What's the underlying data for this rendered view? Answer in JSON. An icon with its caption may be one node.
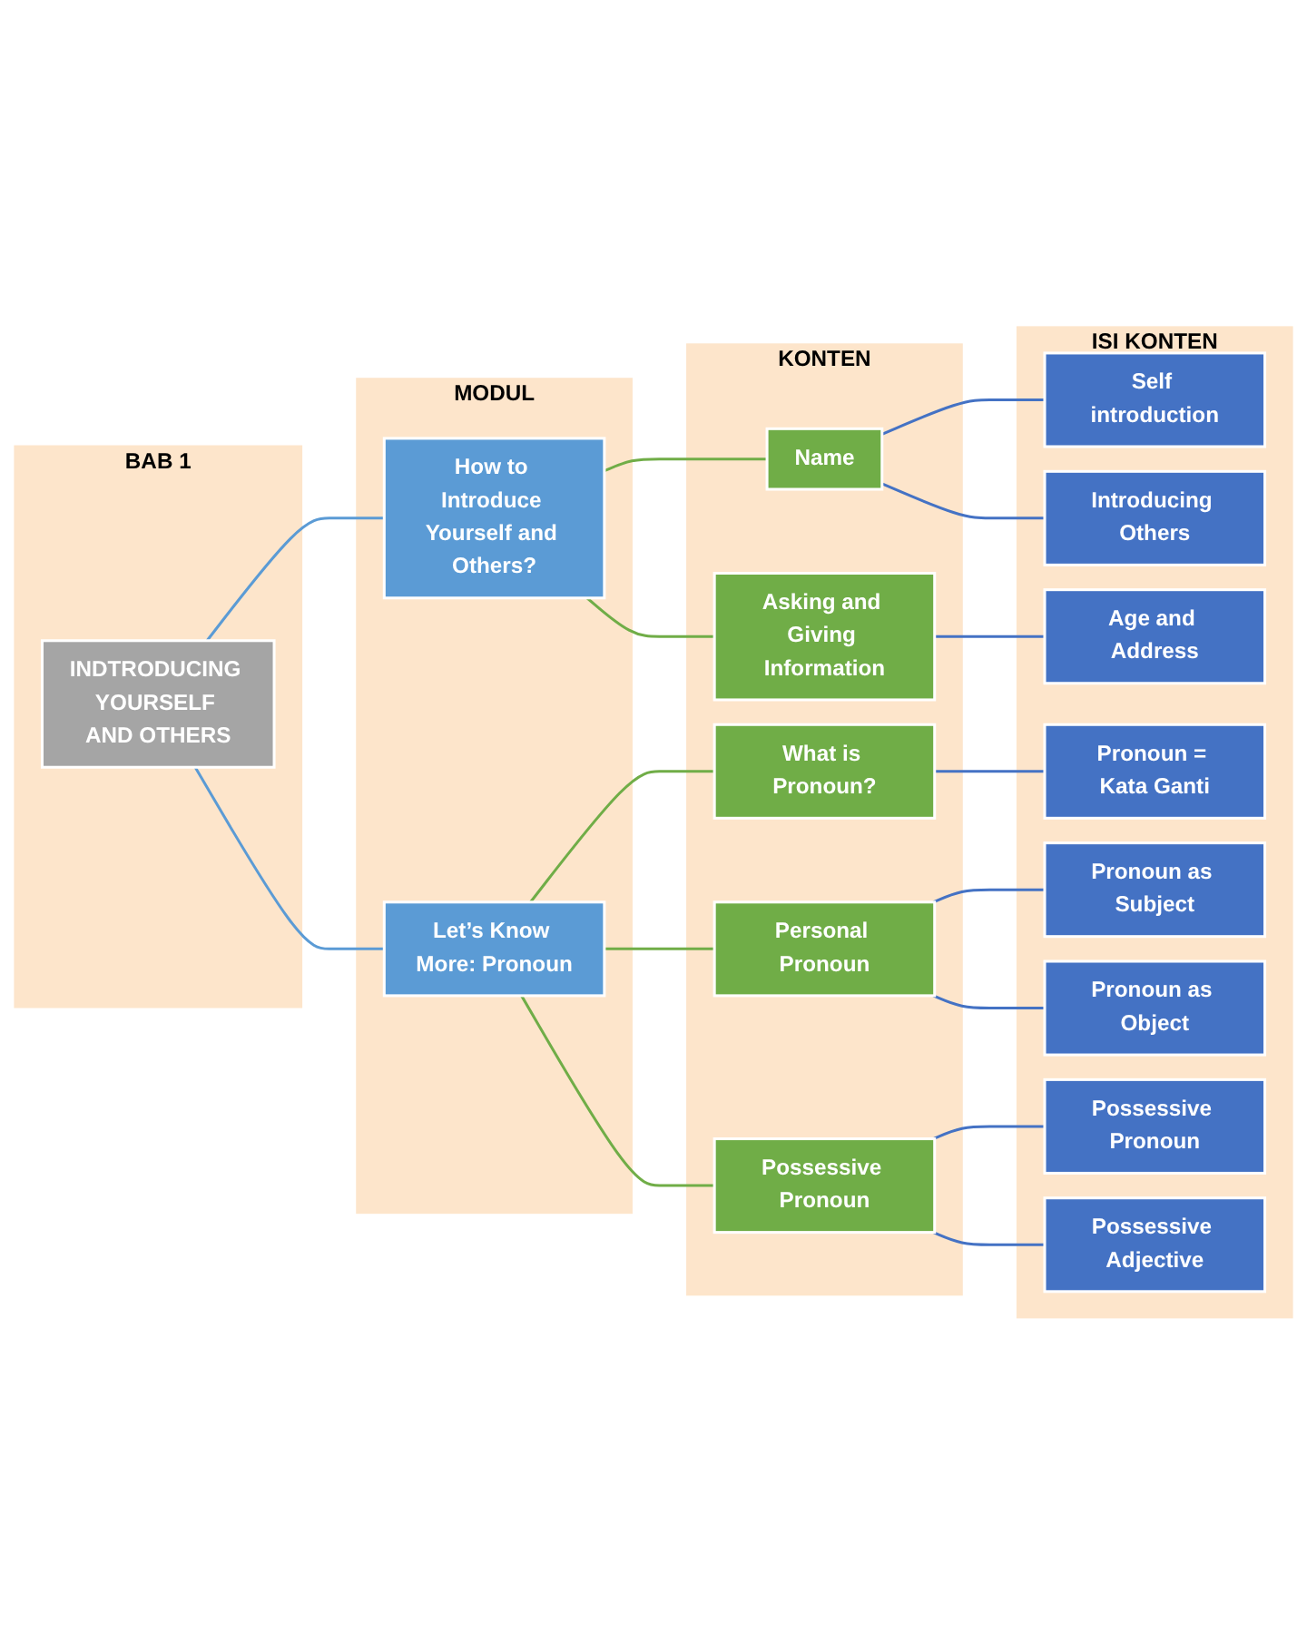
{
  "diagram": {
    "nodes": [
      {
        "text": [
          "BAB 1"
        ]
      },
      {
        "text": [
          "INDTRODUCING YOURSELF AND OTHERS"
        ],
        "in": 0
      },
      {
        "text": [
          "MODUL"
        ]
      },
      {
        "text": [
          "How to Introduce Yourself and Others?"
        ],
        "in": 2
      },
      {
        "text": [
          "Let’s Know More: Pronoun"
        ],
        "in": 2
      },
      {
        "text": [
          "KONTEN"
        ]
      },
      {
        "text": [
          "Name"
        ],
        "in": 5
      },
      {
        "text": [
          "Asking and Giving Information"
        ],
        "in": 5
      },
      {
        "text": [
          "What is Pronoun?"
        ],
        "in": 5
      },
      {
        "text": [
          "Personal Pronoun"
        ],
        "in": 5
      },
      {
        "text": [
          "Possessive Pronoun"
        ],
        "in": 5
      },
      {
        "text": [
          "ISI KONTEN"
        ]
      },
      {
        "text": [
          "Self introduction"
        ],
        "in": 11
      },
      {
        "text": [
          "Introducing Others"
        ],
        "in": 11
      },
      {
        "text": [
          "Age and Address"
        ],
        "in": 11
      },
      {
        "text": [
          "Pronoun = Kata Ganti"
        ],
        "in": 11
      },
      {
        "text": [
          "Pronoun as Subject"
        ],
        "in": 11
      },
      {
        "text": [
          "Pronoun as Object"
        ],
        "in": 11
      },
      {
        "text": [
          "Possessive Pronoun"
        ],
        "in": 11
      },
      {
        "text": [
          "Possessive Adjective"
        ],
        "in": 11
      }
    ],
    "edges": [
      {
        "from": 1,
        "to": 3,
        "arrow": "none",
        "color": "#5b9bd5"
      },
      {
        "from": 1,
        "to": 4,
        "arrow": "none",
        "color": "#5b9bd5"
      },
      {
        "from": 3,
        "to": 6,
        "arrow": "none",
        "color": "#70ad47"
      },
      {
        "from": 3,
        "to": 7,
        "arrow": "none",
        "color": "#70ad47"
      },
      {
        "from": 4,
        "to": 8,
        "arrow": "none",
        "color": "#70ad47"
      },
      {
        "from": 4,
        "to": 9,
        "arrow": "none",
        "color": "#70ad47"
      },
      {
        "from": 4,
        "to": 10,
        "arrow": "none",
        "color": "#70ad47"
      },
      {
        "from": 6,
        "to": 12,
        "arrow": "none"
      },
      {
        "from": 6,
        "to": 13,
        "arrow": "none"
      },
      {
        "from": 7,
        "to": 14,
        "arrow": "none"
      },
      {
        "from": 8,
        "to": 15,
        "arrow": "none"
      },
      {
        "from": 9,
        "to": 16,
        "arrow": "none"
      },
      {
        "from": 9,
        "to": 17,
        "arrow": "none"
      },
      {
        "from": 10,
        "to": 18,
        "arrow": "none"
      },
      {
        "from": 10,
        "to": 19,
        "arrow": "none"
      }
    ]
  }
}
